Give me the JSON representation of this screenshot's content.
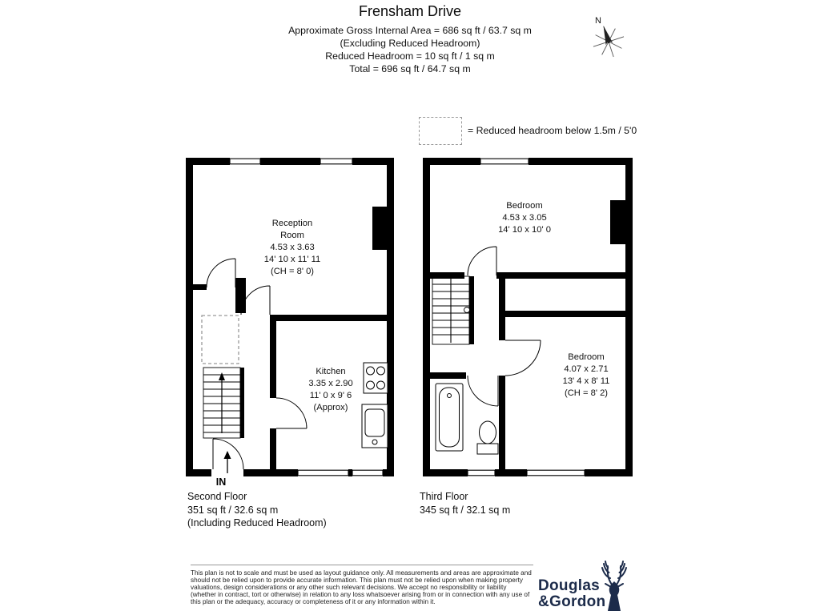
{
  "colors": {
    "walls": "#000000",
    "brand": "#1c2b4a",
    "reduced_headroom_dash": "#999999"
  },
  "header": {
    "title": "Frensham Drive",
    "lines": [
      "Approximate Gross Internal Area = 686 sq ft / 63.7 sq m",
      "(Excluding Reduced Headroom)",
      "Reduced Headroom = 10 sq ft / 1 sq m",
      "Total = 696 sq ft / 64.7 sq m"
    ],
    "compass": "N"
  },
  "legend": {
    "label": "= Reduced headroom below 1.5m / 5'0"
  },
  "second_floor": {
    "reception": [
      "Reception",
      "Room",
      "4.53 x 3.63",
      "14' 10 x 11' 11",
      "(CH = 8' 0)"
    ],
    "kitchen": [
      "Kitchen",
      "3.35 x 2.90",
      "11' 0 x 9' 6",
      "(Approx)"
    ],
    "entrance": "IN",
    "caption": [
      "Second Floor",
      "351 sq ft / 32.6 sq m",
      "(Including Reduced Headroom)"
    ]
  },
  "third_floor": {
    "bedroom1": [
      "Bedroom",
      "4.53 x 3.05",
      "14' 10 x 10' 0"
    ],
    "bedroom2": [
      "Bedroom",
      "4.07 x 2.71",
      "13' 4 x 8' 11",
      "(CH = 8' 2)"
    ],
    "caption": [
      "Third Floor",
      "345 sq ft / 32.1 sq m"
    ]
  },
  "footer": {
    "disclaimer": "This plan is not to scale and must be used as layout guidance only. All measurements and areas are approximate and should not be relied upon to provide accurate information. This plan must not be relied upon when making property valuations, design considerations or any other such relevant decisions. We accept no responsibility or liability (whether in contract, tort or otherwise) in relation to any loss whatsoever arising from or in connection with any use of this plan or the adequacy, accuracy or completeness of it or any information within it.",
    "brand": [
      "Douglas",
      "&Gordon"
    ]
  }
}
